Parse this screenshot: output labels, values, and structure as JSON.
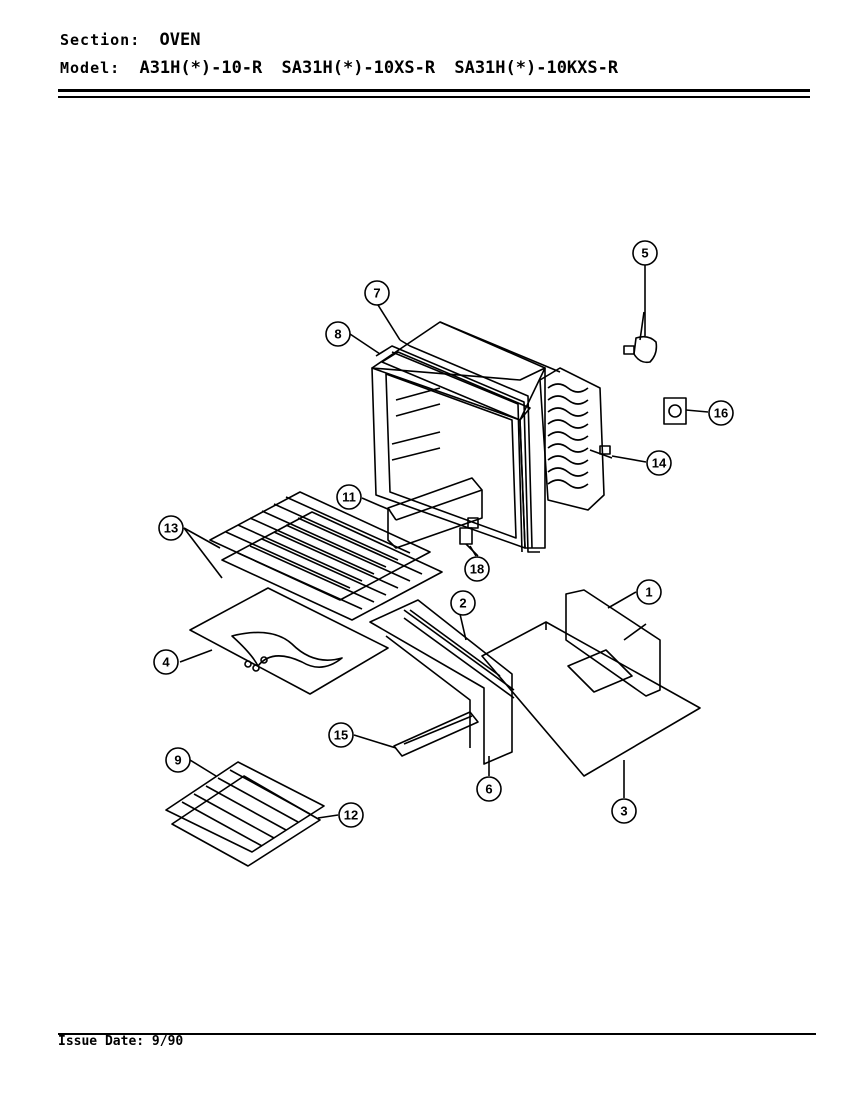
{
  "header": {
    "section_label": "Section:",
    "section_value": "OVEN",
    "model_label": "Model:",
    "models": [
      "A31H(*)-10-R",
      "SA31H(*)-10XS-R",
      "SA31H(*)-10KXS-R"
    ]
  },
  "callouts": [
    "5",
    "7",
    "8",
    "16",
    "14",
    "11",
    "13",
    "18",
    "1",
    "2",
    "4",
    "15",
    "6",
    "3",
    "9",
    "12"
  ],
  "footer": {
    "issue_label": "Issue Date:",
    "issue_value": "9/90"
  }
}
